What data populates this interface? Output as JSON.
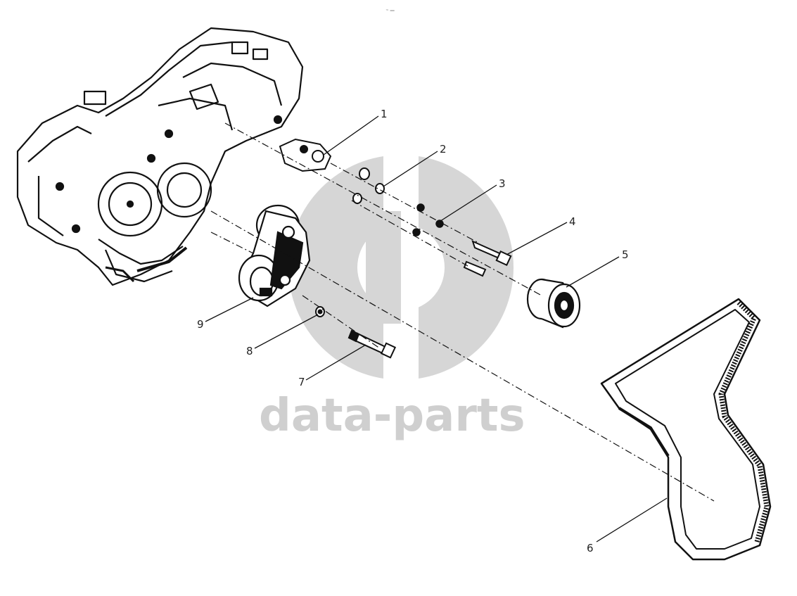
{
  "header": {
    "tiny_mark": "™ ══"
  },
  "watermark": {
    "text": "data-parts",
    "color": "#cfcfcf"
  },
  "callouts": [
    {
      "label": "1"
    },
    {
      "label": "2"
    },
    {
      "label": "3"
    },
    {
      "label": "4"
    },
    {
      "label": "5"
    },
    {
      "label": "6"
    },
    {
      "label": "7"
    },
    {
      "label": "8"
    },
    {
      "label": "9"
    }
  ],
  "colors": {
    "line": "#111111",
    "paper": "#ffffff"
  }
}
